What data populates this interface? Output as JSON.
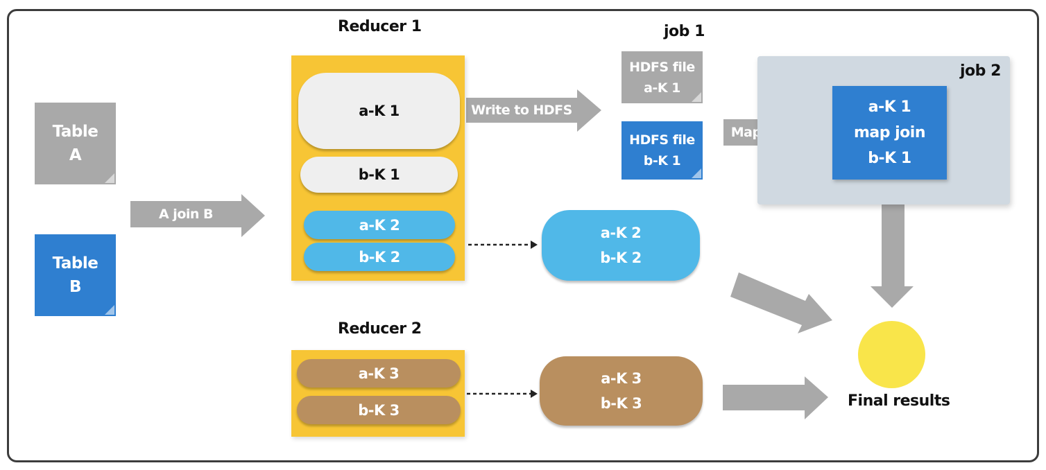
{
  "diagram": {
    "title": "Reduce-side join with skewed key handled by map join",
    "tables": [
      {
        "line1": "Table",
        "line2": "A",
        "color": "#a9a9a9"
      },
      {
        "line1": "Table",
        "line2": "B",
        "color": "#2f7fd0"
      }
    ],
    "arrows": {
      "join": "A join B",
      "write": "Write to HDFS",
      "map_join": "Map join"
    },
    "reducer1": {
      "title": "Reducer 1",
      "items": [
        "a-K 1",
        "b-K 1",
        "a-K 2",
        "b-K 2"
      ]
    },
    "reducer2": {
      "title": "Reducer 2",
      "items": [
        "a-K 3",
        "b-K 3"
      ]
    },
    "job1": {
      "title": "job 1",
      "files": [
        {
          "line1": "HDFS file",
          "line2": "a-K 1",
          "color": "#a9a9a9"
        },
        {
          "line1": "HDFS file",
          "line2": "b-K 1",
          "color": "#2f7fd0"
        }
      ]
    },
    "job2": {
      "title": "job 2",
      "box": [
        "a-K 1",
        "map join",
        "b-K 1"
      ]
    },
    "output_k2": [
      "a-K 2",
      "b-K 2"
    ],
    "output_k3": [
      "a-K 3",
      "b-K 3"
    ],
    "final": {
      "label": "Final results"
    },
    "colors": {
      "reducer_bg": "#f7c535",
      "arrow_gray": "#a9a9a9",
      "blue": "#2f7fd0",
      "sky": "#50b8e8",
      "brown": "#b98f5f",
      "final_yellow": "#f9e54a",
      "job2_bg": "#d0d9e1"
    }
  }
}
